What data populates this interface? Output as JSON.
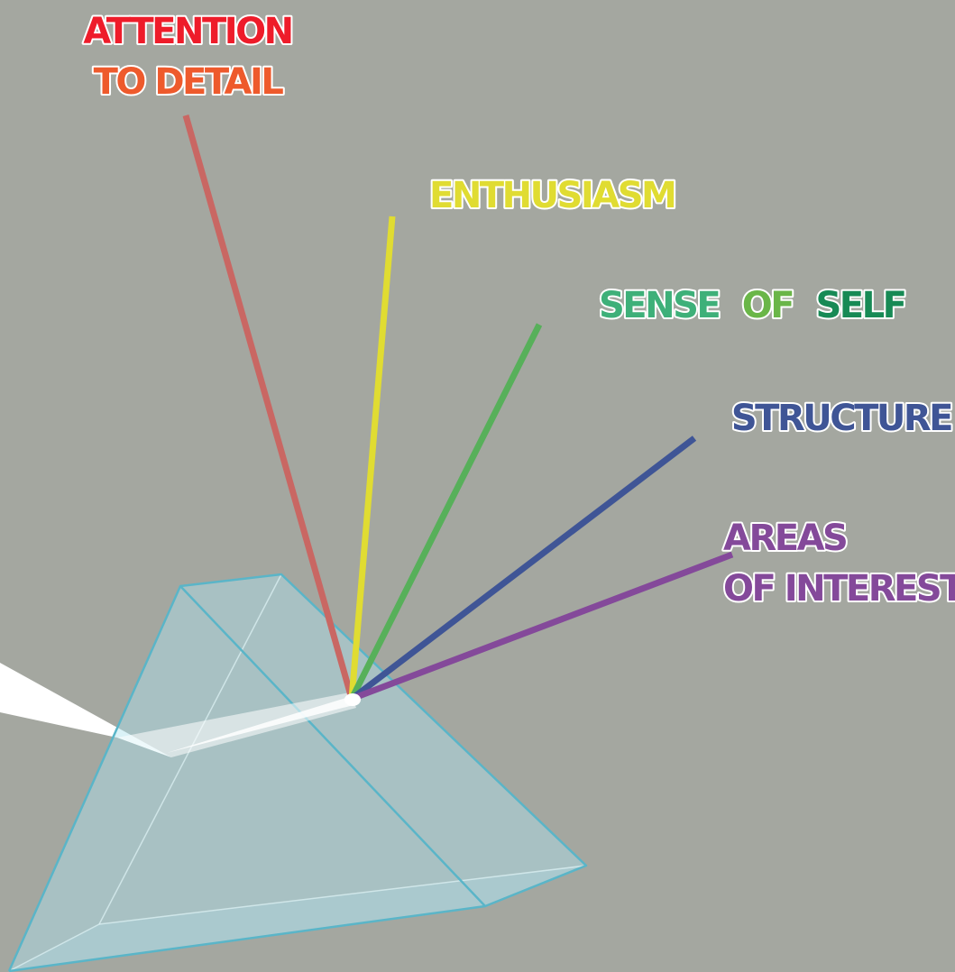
{
  "labels": {
    "attention_line1": "ATTENTION",
    "attention_line2": "TO DETAIL",
    "enthusiasm": "ENTHUSIASM",
    "sense_of_self_part1": "SENSE",
    "sense_of_self_part2": "OF",
    "sense_of_self_part3": "SELF",
    "structure": "STRUCTURE",
    "areas_line1": "AREAS",
    "areas_line2": "OF INTEREST"
  },
  "colors": {
    "background": "#a4a7a0",
    "attention_text_1": "#ee1c2a",
    "attention_text_2": "#ee5a2c",
    "attention_ray": "#c96763",
    "enthusiasm": "#e0dc32",
    "sense_text_1": "#3eb079",
    "sense_text_2": "#6ab648",
    "sense_text_3": "#178a55",
    "sense_ray": "#57b05a",
    "structure": "#3f5596",
    "areas": "#84499a",
    "prism_fill": "#aee3ee",
    "prism_edge": "#5ab5c8",
    "beam": "#ffffff"
  }
}
